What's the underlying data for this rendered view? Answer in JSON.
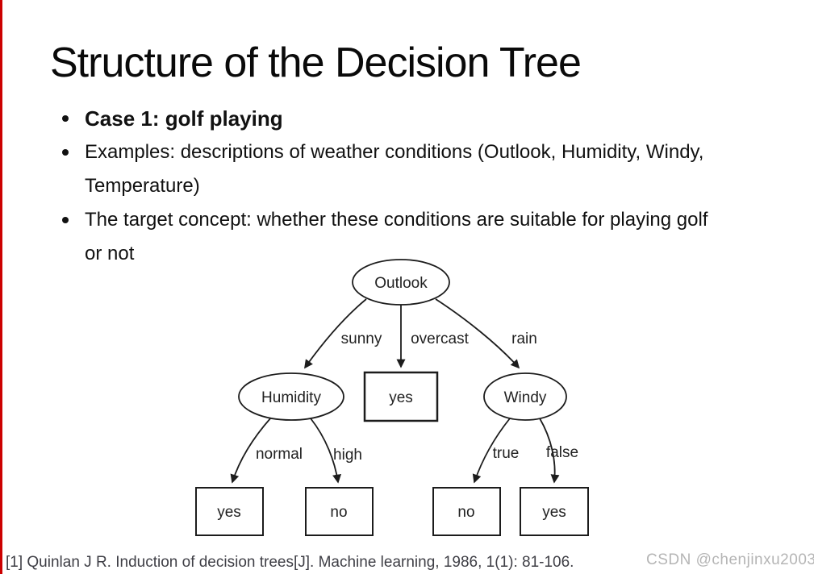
{
  "slide": {
    "title": "Structure of the Decision Tree",
    "bullets": [
      {
        "text": "Case 1: golf playing"
      },
      {
        "text": "Examples: descriptions of weather conditions (Outlook, Humidity, Windy,\nTemperature)"
      },
      {
        "text": "The target concept: whether these conditions are suitable for playing golf\nor not"
      }
    ],
    "citation": "[1] Quinlan J R. Induction of decision trees[J]. Machine learning, 1986, 1(1): 81-106.",
    "watermark": "CSDN @chenjinxu2003",
    "accent_color": "#cc0000"
  },
  "tree": {
    "outlook": "Outlook",
    "humidity": "Humidity",
    "windy": "Windy",
    "yes_mid": "yes",
    "yes_normal": "yes",
    "no_high": "no",
    "no_true": "no",
    "yes_false": "yes",
    "labels": {
      "sunny": "sunny",
      "overcast": "overcast",
      "rain": "rain",
      "normal": "normal",
      "high": "high",
      "true_label": "true",
      "false_label": "false"
    }
  }
}
